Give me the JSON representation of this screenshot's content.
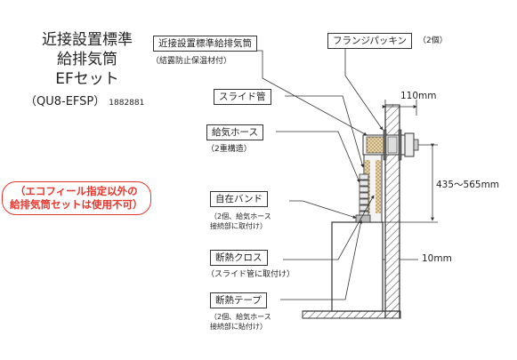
{
  "title": {
    "line1": "近接設置標準",
    "line2": "給排気筒",
    "line3": "EFセット",
    "model": "（QU8-EFSP）",
    "model_code": "1882881"
  },
  "warning": {
    "line1": "（エコフィール指定以外の",
    "line2": "給排気筒セットは使用不可）",
    "color": "#e8352b"
  },
  "labels": {
    "flue_set": "近接設置標準給排気筒",
    "flue_set_note": "（結露防止保温材付）",
    "flange": "フランジパッキン",
    "flange_count": "（2個）",
    "slide_pipe": "スライド管",
    "supply_hose": "給気ホース",
    "supply_hose_note": "（2重構造）",
    "band": "自在バンド",
    "band_note1": "（2個、給気ホース",
    "band_note2": "接続部に取付け）",
    "cloth": "断熱クロス",
    "cloth_note": "（スライド管に取付け）",
    "tape": "断熱テープ",
    "tape_note1": "（2個、給気ホース",
    "tape_note2": "接続部に貼付け）"
  },
  "dimensions": {
    "d110": "110mm",
    "d435": "435～565mm",
    "d10": "10mm"
  }
}
